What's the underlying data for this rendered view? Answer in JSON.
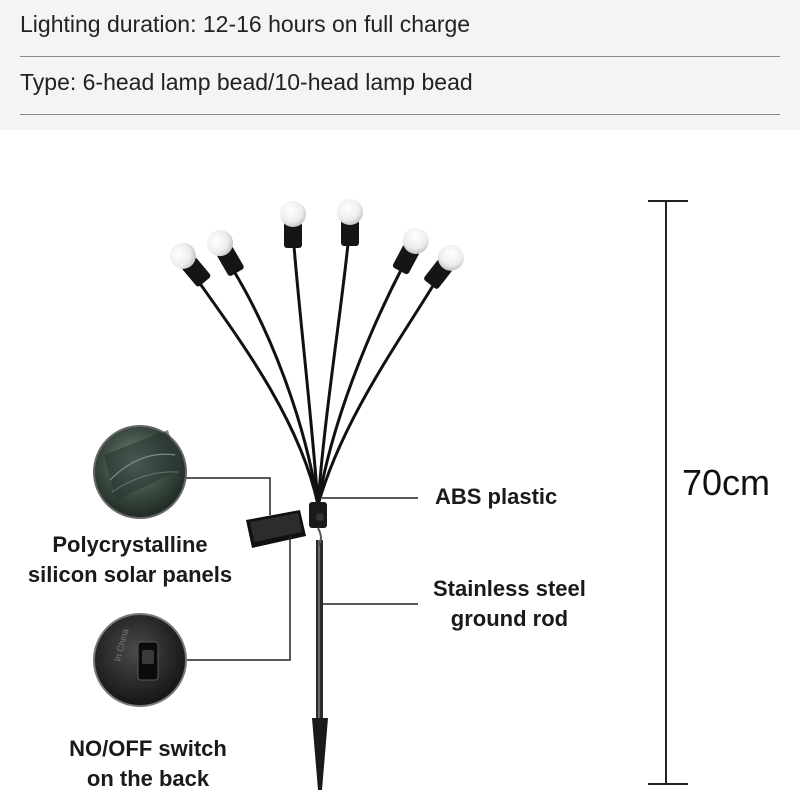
{
  "specs": {
    "duration": "Lighting duration: 12-16 hours on full charge",
    "type": "Type: 6-head lamp bead/10-head lamp bead"
  },
  "labels": {
    "abs": "ABS plastic",
    "rod_line1": "Stainless steel",
    "rod_line2": "ground rod",
    "solar_line1": "Polycrystalline",
    "solar_line2": "silicon solar panels",
    "switch_line1": "NO/OFF switch",
    "switch_line2": "on the back"
  },
  "dimension": {
    "height": "70cm"
  },
  "switch_detail": {
    "engraving": "In China"
  },
  "colors": {
    "spec_background": "#f4f4f4",
    "text": "#1a1a1a",
    "lamp_body": "#1a1a1a",
    "bulb": "#f2f2f2"
  }
}
